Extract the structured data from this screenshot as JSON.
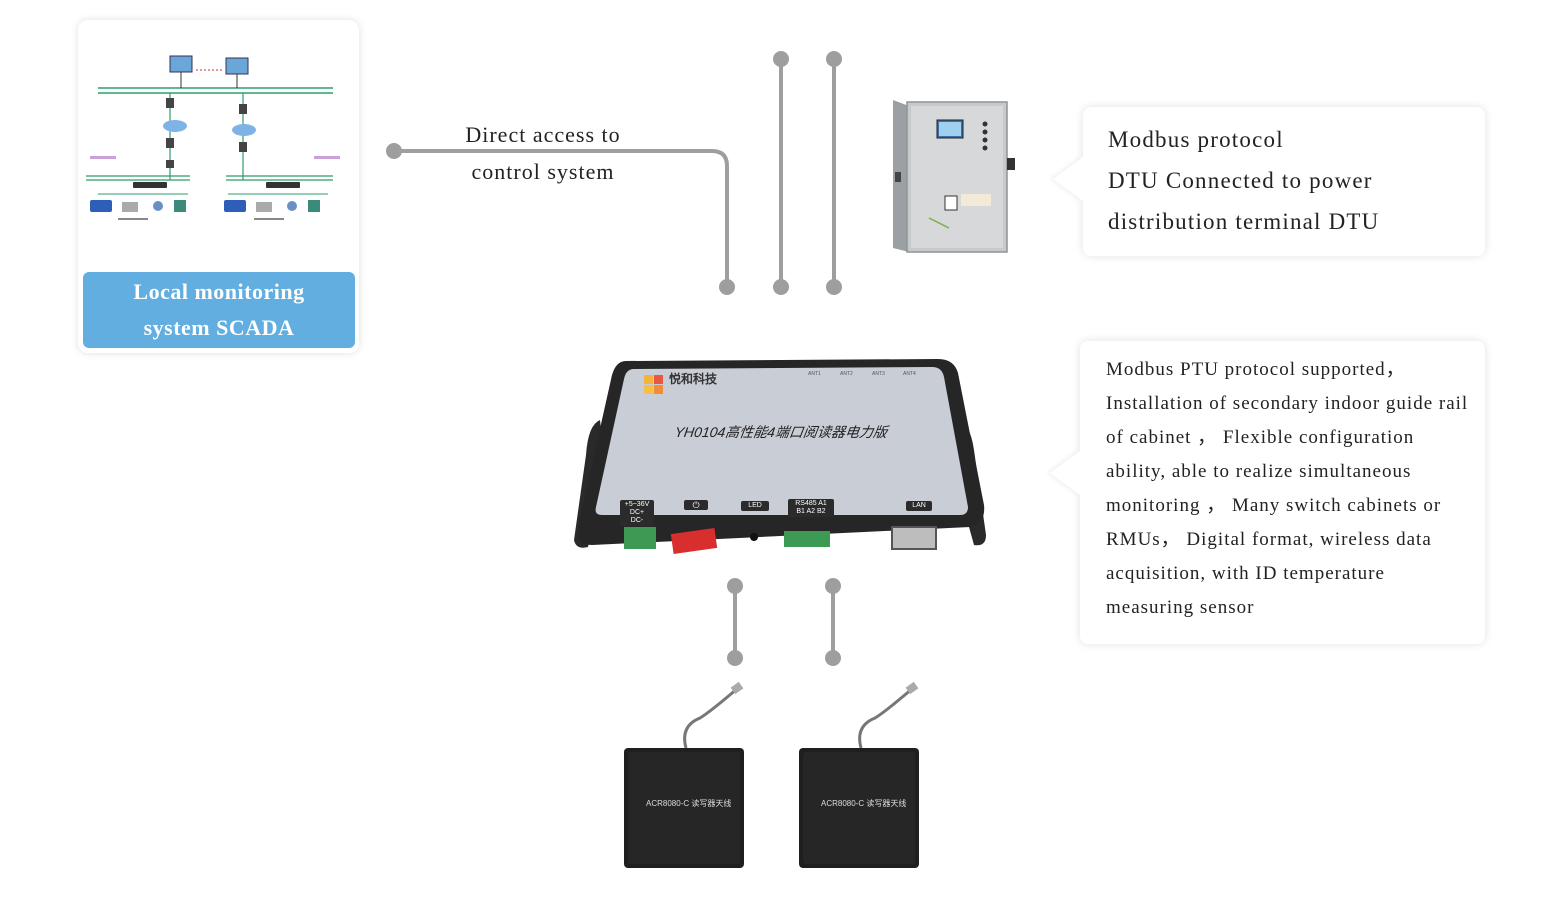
{
  "scada": {
    "label": "Local monitoring system SCADA"
  },
  "direct_access": {
    "text": "Direct access to control system"
  },
  "dtu_callout": {
    "line1": "Modbus protocol",
    "line2": "DTU Connected to power",
    "line3": "distribution terminal DTU"
  },
  "reader_callout": {
    "text": "Modbus PTU protocol supported，Installation of secondary indoor guide rail of cabinet ， Flexible configuration ability, able to realize simultaneous monitoring ， Many switch cabinets or RMUs， Digital format, wireless data acquisition, with ID temperature measuring sensor"
  },
  "reader_device": {
    "title": "YH0104高性能4端口阅读器电力版",
    "brand": "悦和科技",
    "ports": {
      "power": "+5~36V DC+ DC-",
      "switch": "⏻",
      "led": "LED",
      "rs485": "RS485 A1 B1 A2 B2",
      "lan": "LAN"
    },
    "antenna_ports": [
      "ANT1",
      "ANT2",
      "ANT3",
      "ANT4"
    ]
  },
  "antennas": [
    {
      "label": "ACR8080-C 读写器天线"
    },
    {
      "label": "ACR8080-C 读写器天线"
    }
  ],
  "colors": {
    "connector": "#9e9e9e",
    "scada_label_bg": "#62aee0",
    "device_body": "#2a2a2a",
    "device_panel": "#c9cdd6"
  }
}
